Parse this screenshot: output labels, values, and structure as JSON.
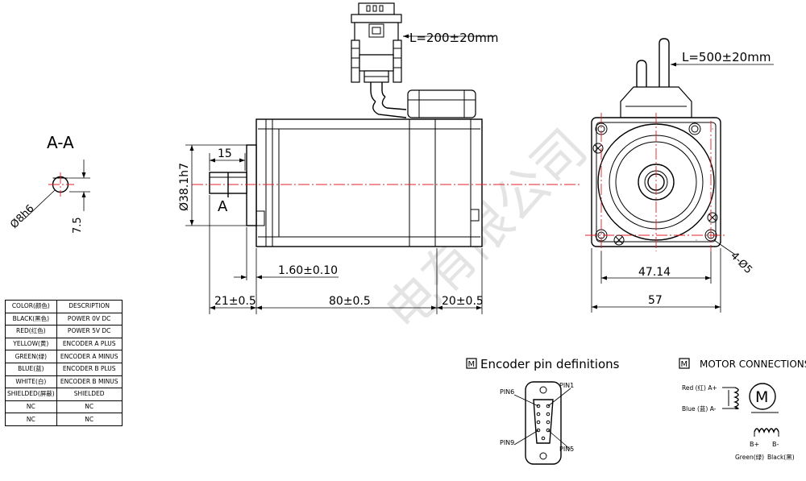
{
  "section": {
    "title": "A-A",
    "shaft_dia": "Ø8h6",
    "flat_depth": "7.5"
  },
  "side_view": {
    "cable_length": "L=200±20mm",
    "shaft_length": "15",
    "section_mark": "A",
    "flange_dia": "Ø38.1h7",
    "flange_thickness": "1.60±0.10",
    "dim_shaft": "21±0.5",
    "dim_body": "80±0.5",
    "dim_encoder": "20±0.5"
  },
  "front_view": {
    "cable_length": "L=500±20mm",
    "hole_spacing": "47.14",
    "hole_spec": "4-Ø5",
    "width": "57"
  },
  "watermark": "电有限公司",
  "wire_table": {
    "headers": [
      "COLOR(颜色)",
      "DESCRIPTION"
    ],
    "rows": [
      [
        "BLACK(黑色)",
        "POWER 0V DC"
      ],
      [
        "RED(红色)",
        "POWER 5V DC"
      ],
      [
        "YELLOW(黄)",
        "ENCODER A PLUS"
      ],
      [
        "GREEN(绿)",
        "ENCODER A MINUS"
      ],
      [
        "BLUE(蓝)",
        "ENCODER B PLUS"
      ],
      [
        "WHITE(白)",
        "ENCODER B MINUS"
      ],
      [
        "SHIELDED(屏蔽)",
        "SHIELDED"
      ],
      [
        "NC",
        "NC"
      ],
      [
        "NC",
        "NC"
      ]
    ]
  },
  "encoder_pins": {
    "title": "Encoder pin definitions",
    "badge": "M",
    "pin6": "PIN6",
    "pin1": "PIN1",
    "pin9": "PIN9",
    "pin5": "PIN5"
  },
  "motor_connections": {
    "title": "MOTOR CONNECTIONS",
    "badge": "M",
    "motor_symbol": "M",
    "red_label": "Red (红) A+",
    "blue_label": "Blue (蓝) A-",
    "bplus": "B+",
    "bminus": "B-",
    "green_label": "Green(绿)",
    "black_label": "Black(黑)"
  }
}
